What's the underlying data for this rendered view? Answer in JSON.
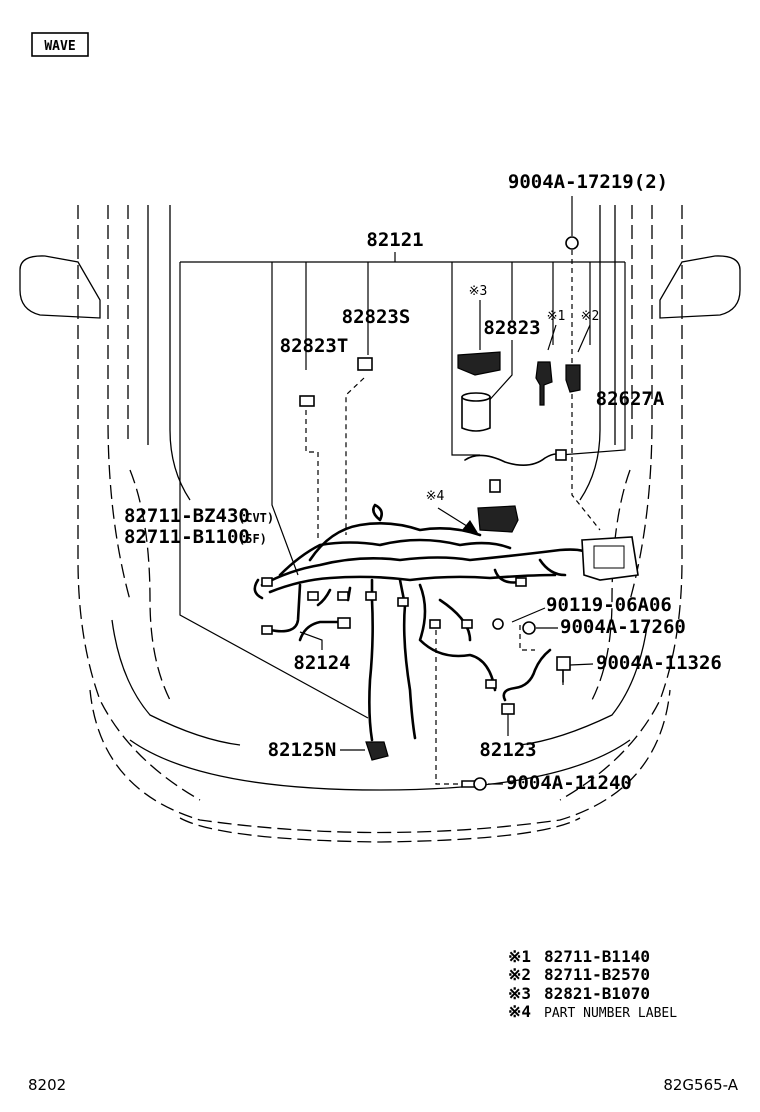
{
  "header": {
    "tag": "WAVE"
  },
  "parts": {
    "p_82121": "82121",
    "p_82823S": "82823S",
    "p_82823T": "82823T",
    "p_82823": "82823",
    "p_82627A": "82627A",
    "p_bolt_top": "9004A-17219(2)",
    "mark_3": "※3",
    "mark_1": "※1",
    "mark_2": "※2",
    "mark_4": "※4",
    "p_bz430": "82711-BZ430",
    "p_bz430_note": "(CVT)",
    "p_b1100": "82711-B1100",
    "p_b1100_note": "(5F)",
    "p_90119": "90119-06A06",
    "p_17260": "9004A-17260",
    "p_11326": "9004A-11326",
    "p_82124": "82124",
    "p_82125N": "82125N",
    "p_82123": "82123",
    "p_11240": "9004A-11240"
  },
  "legend": [
    {
      "mark": "※1",
      "text": "82711-B1140"
    },
    {
      "mark": "※2",
      "text": "82711-B2570"
    },
    {
      "mark": "※3",
      "text": "82821-B1070"
    },
    {
      "mark": "※4",
      "text": "PART NUMBER LABEL"
    }
  ],
  "footer": {
    "page_code": "8202",
    "figure_code": "82G565-A"
  }
}
